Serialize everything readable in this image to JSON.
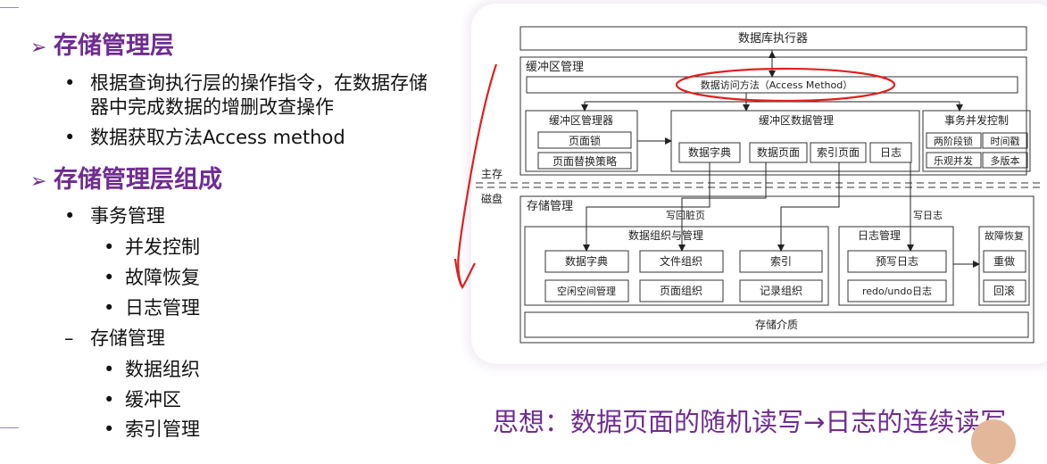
{
  "left": {
    "heading1": "存储管理层",
    "bullets1": [
      "根据查询执行层的操作指令，在数据存储器中完成数据的增删改查操作",
      "数据获取方法Access method"
    ],
    "heading2": "存储管理层组成",
    "tx_manage": "事务管理",
    "tx_items": [
      "并发控制",
      "故障恢复",
      "日志管理"
    ],
    "dash": "–",
    "storage_manage": "存储管理",
    "storage_items": [
      "数据组织",
      "缓冲区",
      "索引管理"
    ]
  },
  "diagram": {
    "executor": "数据库执行器",
    "buffer_mgmt": "缓冲区管理",
    "access_method": "数据访问方法（Access Method）",
    "buffer_manager": "缓冲区管理器",
    "page_lock": "页面锁",
    "page_replace": "页面替换策略",
    "buffer_data_mgmt": "缓冲区数据管理",
    "buffer_items": [
      "数据字典",
      "数据页面",
      "索引页面",
      "日志"
    ],
    "tx_concurrency": "事务并发控制",
    "tx_items": [
      "两阶段锁",
      "时间戳",
      "乐观并发",
      "多版本"
    ],
    "main_memory": "主存",
    "disk": "磁盘",
    "storage_mgmt": "存储管理",
    "write_dirty": "写回脏页",
    "write_log": "写日志",
    "data_org_mgmt": "数据组织与管理",
    "data_org_items": [
      "数据字典",
      "文件组织",
      "索引",
      "空闲空间管理",
      "页面组织",
      "记录组织"
    ],
    "log_mgmt": "日志管理",
    "log_items": [
      "预写日志",
      "redo/undo日志"
    ],
    "fault_recovery": "故障恢复",
    "recovery_items": [
      "重做",
      "回滚"
    ],
    "storage_media": "存储介质"
  },
  "caption": "思想：数据页面的随机读写→日志的连续读写",
  "colors": {
    "accent": "#6f2c91",
    "annotation": "#e0201e"
  }
}
